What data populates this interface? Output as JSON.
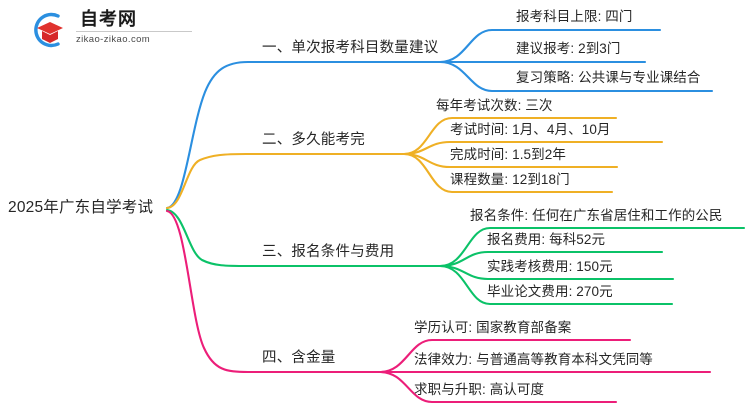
{
  "logo": {
    "name_cn": "自考网",
    "url": "zikao-zikao.com",
    "mark_icon": "graduation-cap-icon",
    "arc_color": "#2b8fe0",
    "cap_color": "#e0322e"
  },
  "mindmap": {
    "root": {
      "label": "2025年广东自学考试"
    },
    "branches": [
      {
        "label": "一、单次报考科目数量建议",
        "color": "#2b8fe0",
        "children": [
          {
            "label": "报考科目上限: 四门"
          },
          {
            "label": "建议报考: 2到3门"
          },
          {
            "label": "复习策略: 公共课与专业课结合"
          }
        ]
      },
      {
        "label": "二、多久能考完",
        "color": "#efb025",
        "children": [
          {
            "label": "每年考试次数: 三次"
          },
          {
            "label": "考试时间: 1月、4月、10月"
          },
          {
            "label": "完成时间: 1.5到2年"
          },
          {
            "label": "课程数量: 12到18门"
          }
        ]
      },
      {
        "label": "三、报名条件与费用",
        "color": "#0bc268",
        "children": [
          {
            "label": "报名条件: 任何在广东省居住和工作的公民"
          },
          {
            "label": "报名费用: 每科52元"
          },
          {
            "label": "实践考核费用: 150元"
          },
          {
            "label": "毕业论文费用: 270元"
          }
        ]
      },
      {
        "label": "四、含金量",
        "color": "#ec1e79",
        "children": [
          {
            "label": "学历认可: 国家教育部备案"
          },
          {
            "label": "法律效力: 与普通高等教育本科文凭同等"
          },
          {
            "label": "求职与升职: 高认可度"
          }
        ]
      }
    ]
  }
}
